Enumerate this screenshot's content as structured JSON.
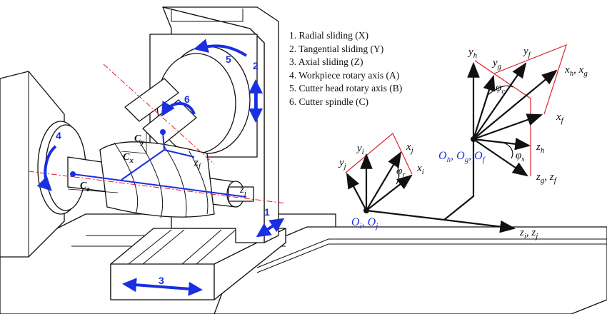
{
  "legend": [
    "1. Radial sliding (X)",
    "2. Tangential sliding (Y)",
    "3. Axial sliding (Z)",
    "4. Workpiece rotary axis (A)",
    "5. Cutter head rotary axis (B)",
    "6. Cutter spindle (C)"
  ],
  "motion_numbers": [
    "1",
    "2",
    "3",
    "4",
    "5",
    "6"
  ],
  "machine_labels": {
    "cy": [
      [
        "C",
        "y"
      ]
    ],
    "cx": [
      [
        "C",
        "x"
      ]
    ],
    "cz": [
      [
        "C",
        "z"
      ]
    ],
    "zf": [
      [
        "z",
        "f"
      ]
    ],
    "zj": [
      [
        "z",
        "j"
      ]
    ]
  },
  "coord_labels": {
    "yi": [
      [
        "y",
        "i"
      ]
    ],
    "yj": [
      [
        "y",
        "j"
      ]
    ],
    "xj": [
      [
        "x",
        "j"
      ]
    ],
    "xi": [
      [
        "x",
        "i"
      ]
    ],
    "phir": [
      [
        "φ",
        "r"
      ]
    ],
    "oi": [
      [
        "O",
        "i"
      ],
      [
        "O",
        "j"
      ]
    ],
    "zi": [
      [
        "z",
        "i"
      ],
      [
        "z",
        "j"
      ]
    ],
    "yh": [
      [
        "y",
        "h"
      ]
    ],
    "yg": [
      [
        "y",
        "g"
      ]
    ],
    "yf": [
      [
        "y",
        "f"
      ]
    ],
    "xh": [
      [
        "x",
        "h"
      ],
      [
        "x",
        "g"
      ]
    ],
    "xf": [
      [
        "x",
        "f"
      ]
    ],
    "zh": [
      [
        "z",
        "h"
      ]
    ],
    "zg": [
      [
        "z",
        "g"
      ],
      [
        "z",
        "f"
      ]
    ],
    "phic": [
      [
        "φ",
        "c"
      ]
    ],
    "phis": [
      [
        "φ",
        "s"
      ]
    ],
    "oh": [
      [
        "O",
        "h"
      ],
      [
        "O",
        "g"
      ],
      [
        "O",
        "f"
      ]
    ]
  },
  "colors": {
    "accent_blue": "#1a2fe0",
    "frame_red": "#e0202a"
  }
}
